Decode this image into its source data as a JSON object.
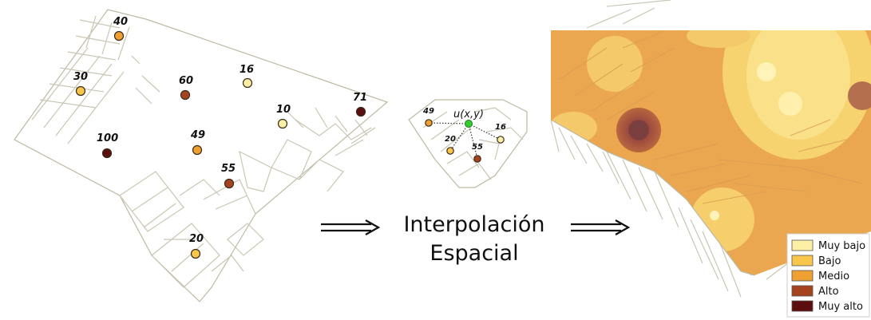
{
  "left_map": {
    "points": [
      {
        "value": "40",
        "class": "Medio"
      },
      {
        "value": "30",
        "class": "Bajo"
      },
      {
        "value": "60",
        "class": "Alto"
      },
      {
        "value": "16",
        "class": "Muy bajo"
      },
      {
        "value": "10",
        "class": "Muy bajo"
      },
      {
        "value": "71",
        "class": "Muy alto"
      },
      {
        "value": "100",
        "class": "Muy alto"
      },
      {
        "value": "49",
        "class": "Medio"
      },
      {
        "value": "55",
        "class": "Alto"
      },
      {
        "value": "20",
        "class": "Bajo"
      }
    ]
  },
  "middle": {
    "target_label": "u(x,y)",
    "points": [
      {
        "value": "49",
        "class": "Medio"
      },
      {
        "value": "16",
        "class": "Muy bajo"
      },
      {
        "value": "20",
        "class": "Bajo"
      },
      {
        "value": "55",
        "class": "Alto"
      }
    ],
    "title_line1": "Interpolación",
    "title_line2": "Espacial"
  },
  "legend": {
    "items": [
      {
        "label": "Muy bajo",
        "color": "#fdf0a6"
      },
      {
        "label": "Bajo",
        "color": "#f7c64a"
      },
      {
        "label": "Medio",
        "color": "#eea033"
      },
      {
        "label": "Alto",
        "color": "#a5431e"
      },
      {
        "label": "Muy alto",
        "color": "#5c0e0e"
      }
    ]
  },
  "colors": {
    "Muy bajo": "#fdf0a6",
    "Bajo": "#f7c64a",
    "Medio": "#eea033",
    "Alto": "#a5431e",
    "Muy alto": "#5c0e0e",
    "target": "#33cc33"
  }
}
